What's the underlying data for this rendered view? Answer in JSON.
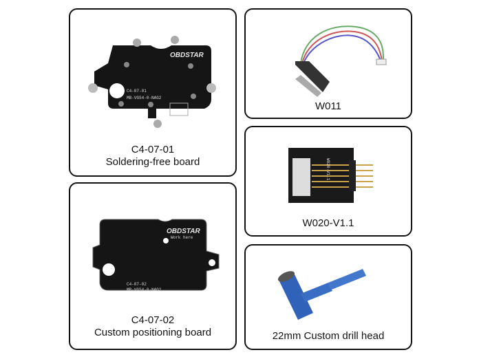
{
  "items": [
    {
      "code": "C4-07-01",
      "name": "Soldering-free board",
      "board_text": [
        "C4-07-01",
        "MB-VGS4-0-NAG2"
      ],
      "logo": "OBDSTAR"
    },
    {
      "code": "C4-07-02",
      "name": "Custom positioning board",
      "board_text": [
        "C4-07-02",
        "MB-VGS4-0-NAG2",
        "Work here"
      ],
      "logo": "OBDSTAR"
    },
    {
      "name": "W011"
    },
    {
      "name": "W020-V1.1",
      "board_text": "W020-V1.1"
    },
    {
      "name": "22mm Custom drill head"
    }
  ],
  "colors": {
    "border": "#111111",
    "board": "#151515",
    "drill": "#2f62b8"
  }
}
